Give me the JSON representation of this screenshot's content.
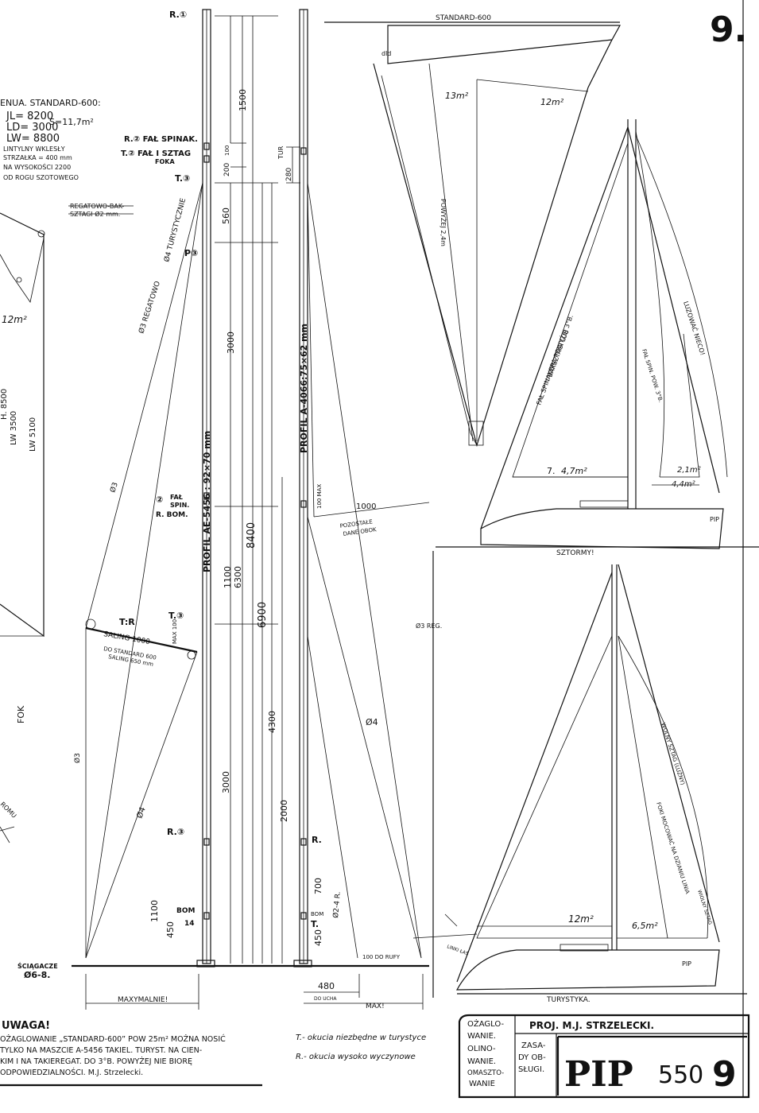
{
  "sheet": {
    "page_number": "9.",
    "colors": {
      "ink": "#111111",
      "paper": "#ffffff"
    }
  },
  "genua_note": {
    "title": "ENUA. STANDARD-600:",
    "jl": "JL= 8200",
    "ld": "LD= 3000",
    "lw": "LW= 8800",
    "area": "S=11,7m²",
    "line1": "LINTYLNY WKLESŁY",
    "line2": "STRZAŁKA = 400 mm",
    "line3": "NA WYSOKOŚCI 2200",
    "line4": "OD ROGU SZOTOWEGO"
  },
  "struck_note": {
    "line1": "REGATOWO-BAK-",
    "line2": "SZTAGI Ø2 mm."
  },
  "left_sail": {
    "area": "12m²",
    "lh": "H. 8500",
    "lw1": "LW 3500",
    "lw2": "LW 5100",
    "fok": "FOK",
    "partial": "ROMU"
  },
  "mast": {
    "labels": {
      "r1": "R.①",
      "r2_fal": "R.② FAŁ SPINAK.",
      "t2_fal": "T.② FAŁ I SZTAG",
      "t2_fok": "FOKA",
      "t3_top": "T.③",
      "p3": "P③",
      "fal_spin_num": "②",
      "fal_spin_1": "FAŁ",
      "fal_spin_2": "SPIN.",
      "fal_spin_3": "R. BOM.",
      "t3_mid": "T.③",
      "tr": "T:R",
      "saling": "SALING 1000",
      "saling_std1": "DO STANDARD 600",
      "saling_std2": "SALING 650 mm",
      "max100": "MAX 100",
      "r3": "R.③",
      "bom": "BOM",
      "bom_num": "14",
      "sciagacze1": "ŚCIĄGACZE",
      "sciagacze2": "Ø6-8."
    },
    "profile_left": "PROFIL AE-5456 : 92×70 mm",
    "profile_right": "PROFIL A-4066:75×62 mm",
    "dims": {
      "d1500": "1500",
      "d100": "100",
      "d200": "200",
      "d560": "560",
      "d3000a": "3000",
      "d1100a": "1100",
      "d6300": "6300",
      "d8400": "8400",
      "d6900": "6900",
      "d4300": "4300",
      "d3000b": "3000",
      "d2000": "2000",
      "d1100b": "1100",
      "d450a": "450",
      "d450b": "450",
      "d700": "700",
      "d280": "280",
      "d480": "480",
      "tur": "TUR",
      "r_label": "R.",
      "t_label": "T.",
      "bom_label": "BOM",
      "max100b": "100 MAX",
      "d1000": "1000",
      "do_ucha": "DO UCHA",
      "max": "MAX!",
      "maxymalnie": "MAXYMALNIE!",
      "dorufy": "100 DO RUFY"
    },
    "shrouds": {
      "phi3_regatowo": "Ø3 REGATOWO",
      "turystycznie": "Ø4 TURYSTYCZNIE",
      "phi3_a": "Ø3",
      "phi3_b": "Ø3",
      "phi4_a": "Ø4",
      "phi4_b": "Ø4",
      "phi3_reg": "Ø3 REG.",
      "phi2_4": "Ø2-4 R.",
      "pozostale1": "POZOSTAŁE",
      "pozostale2": "DANE OBOK"
    }
  },
  "standard600": {
    "title": "STANDARD-600",
    "area_main": "13m²",
    "area_genua": "12m²",
    "label": "POWYŻEJ 2,4m",
    "note_top": "dld"
  },
  "sztormy": {
    "caption": "SZTORMY!",
    "area_fok": "4,7m²",
    "area_fok_num": "7.",
    "area_spinaker": "2,1m²",
    "area_main": "4,4m²",
    "backstay": "FAŁ SPINAKERA POWYŻEJ 3°B.",
    "backstay2": "BAKSZTAGI LUB",
    "fal_spin": "FAŁ SPIN. POW. 3°B.",
    "luzowac": "LUZOWAĆ NIECO!",
    "pip": "PIP"
  },
  "turystyka": {
    "caption": "TURYSTYKA.",
    "area_genua": "12m²",
    "area_main": "6,5m²",
    "forestay": "WOLNY SZTAG (LUŹNY)",
    "hint": "FOKI MOCOWAĆ NA DZIANIU LINIA",
    "hint2": "WIOLNY SZTAG",
    "linki": "LINKI ŁAŚ",
    "pip": "PIP"
  },
  "notes": {
    "uwaga": "UWAGA!",
    "line1": "OŻAGLOWANIE „STANDARD-600” POW 25m² MOŻNA NOSIĆ",
    "line2": "TYLKO NA MASZCIE A-5456 TAKIEL. TURYST. NA CIEN-",
    "line3": "KIM I NA TAKIEREGAT. DO 3°B. POWYŻEJ NIE BIORĘ",
    "line4": "ODPOWIEDZIALNOŚCI. M.J. Strzelecki.",
    "legend_t": "T.- okucia niezbędne w turystyce",
    "legend_r": "R.- okucia wysoko wyczynowe"
  },
  "title_block": {
    "left1": "OŻAGLO-",
    "left2": "WANIE.",
    "left3": "OLINO-",
    "left4": "WANIE.",
    "left5": "OMASZTO-",
    "left6": "WANIE",
    "designer": "PROJ. M.J. STRZELECKI.",
    "mid1": "ZASA-",
    "mid2": "DY OB-",
    "mid3": "SŁUGI.",
    "brand": "PIP",
    "model": "550",
    "sheet": "9"
  }
}
